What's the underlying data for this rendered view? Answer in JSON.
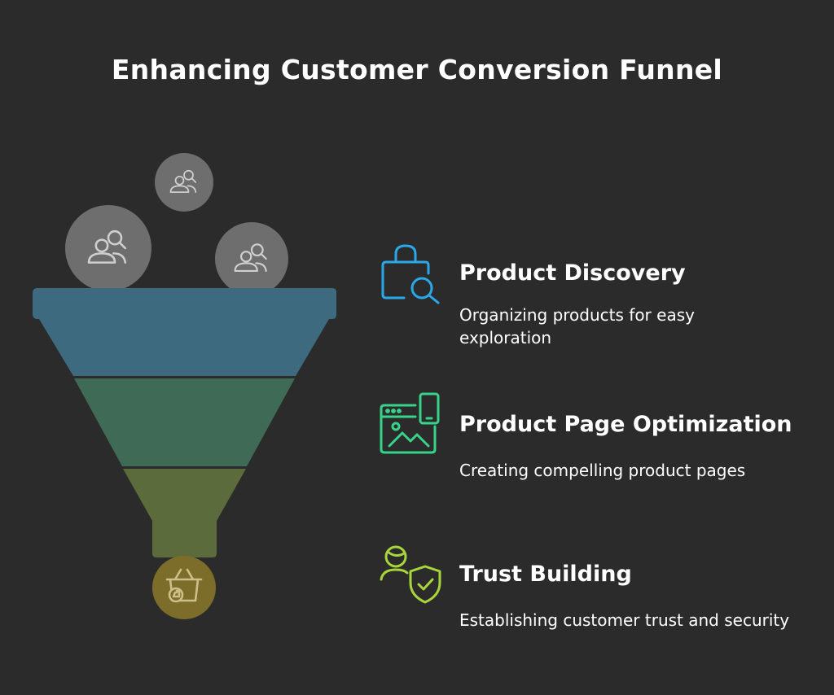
{
  "title": "Enhancing Customer Conversion Funnel",
  "colors": {
    "background": "#2b2b2b",
    "tier1": "#3d6a7e",
    "tier2": "#3f6a55",
    "tier3": "#5b6b3b",
    "outlet": "#7c6d2a",
    "bubble": "#6e6e6e",
    "discovery_icon": "#2aa8e8",
    "page_icon": "#37d38a",
    "trust_icon": "#a8d63a"
  },
  "stages": [
    {
      "title": "Product Discovery",
      "description": "Organizing products for easy exploration",
      "icon": "shopping-bag-search-icon"
    },
    {
      "title": "Product Page Optimization",
      "description": "Creating compelling product pages",
      "icon": "browser-mobile-image-icon"
    },
    {
      "title": "Trust Building",
      "description": "Establishing customer trust and security",
      "icon": "user-shield-check-icon"
    }
  ],
  "funnel": {
    "bubble_icon": "people-search-icon",
    "outlet_icon": "basket-like-icon"
  }
}
